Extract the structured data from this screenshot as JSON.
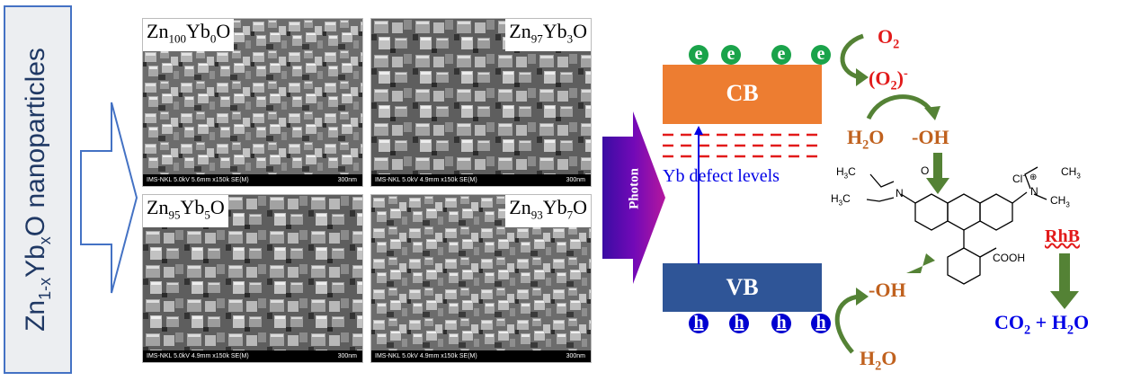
{
  "side_label": {
    "main": "Zn",
    "sub1": "1-x",
    "mid": "Yb",
    "sub2": "x",
    "tail": "O nanoparticles"
  },
  "sem_panels": [
    {
      "el1": "Zn",
      "n1": "100",
      "el2": "Yb",
      "n2": "0",
      "tail": "O",
      "info": "IMS-NKL 5.0kV 5.6mm x150k SE(M)",
      "scale": "300nm"
    },
    {
      "el1": "Zn",
      "n1": "97",
      "el2": "Yb",
      "n2": "3",
      "tail": "O",
      "info": "IMS-NKL 5.0kV 4.9mm x150k SE(M)",
      "scale": "300nm"
    },
    {
      "el1": "Zn",
      "n1": "95",
      "el2": "Yb",
      "n2": "5",
      "tail": "O",
      "info": "IMS-NKL 5.0kV 4.9mm x150k SE(M)",
      "scale": "300nm"
    },
    {
      "el1": "Zn",
      "n1": "93",
      "el2": "Yb",
      "n2": "7",
      "tail": "O",
      "info": "IMS-NKL 5.0kV 4.9mm x150k SE(M)",
      "scale": "300nm"
    }
  ],
  "photon_label": "Photon",
  "bands": {
    "cb": "CB",
    "vb": "VB",
    "defect": "Yb defect levels",
    "electron": "e",
    "hole": "h"
  },
  "reactions": {
    "o2_base": "O",
    "o2_sub": "2",
    "o2rad_open": "(O",
    "o2rad_sub": "2",
    "o2rad_close": ")",
    "o2rad_sup": "-",
    "h2o_top_h": "H",
    "h2o_top_sub": "2",
    "h2o_top_o": "O",
    "oh_top": "-OH",
    "oh_bottom": "-OH",
    "h2o_bot_h": "H",
    "h2o_bot_sub": "2",
    "h2o_bot_o": "O",
    "rhb": "RhB",
    "products": "CO",
    "products_sub": "2",
    "products_tail": " + H",
    "products_sub2": "2",
    "products_tail2": "O"
  },
  "molecule": {
    "h3c_top": "H",
    "h3c_top_sub": "3",
    "h3c_top_c": "C",
    "h3c_left": "H",
    "h3c_left_sub": "3",
    "h3c_left_c": "C",
    "n_left": "N",
    "n_right": "N",
    "n_plus": "⊕",
    "chloride": "Cl",
    "chloride_sup": "-",
    "o_ring": "O",
    "ch3_top": "CH",
    "ch3_top_sub": "3",
    "ch3_right": "CH",
    "ch3_right_sub": "3",
    "cooh": "COOH"
  },
  "colors": {
    "cb": "#ed7d31",
    "vb": "#2f5597",
    "electron": "#1aa34a",
    "hole": "#0000d0",
    "red": "#e21a1a",
    "brown": "#c0611e",
    "green_arrow": "#548235",
    "blue": "#0000e6"
  }
}
